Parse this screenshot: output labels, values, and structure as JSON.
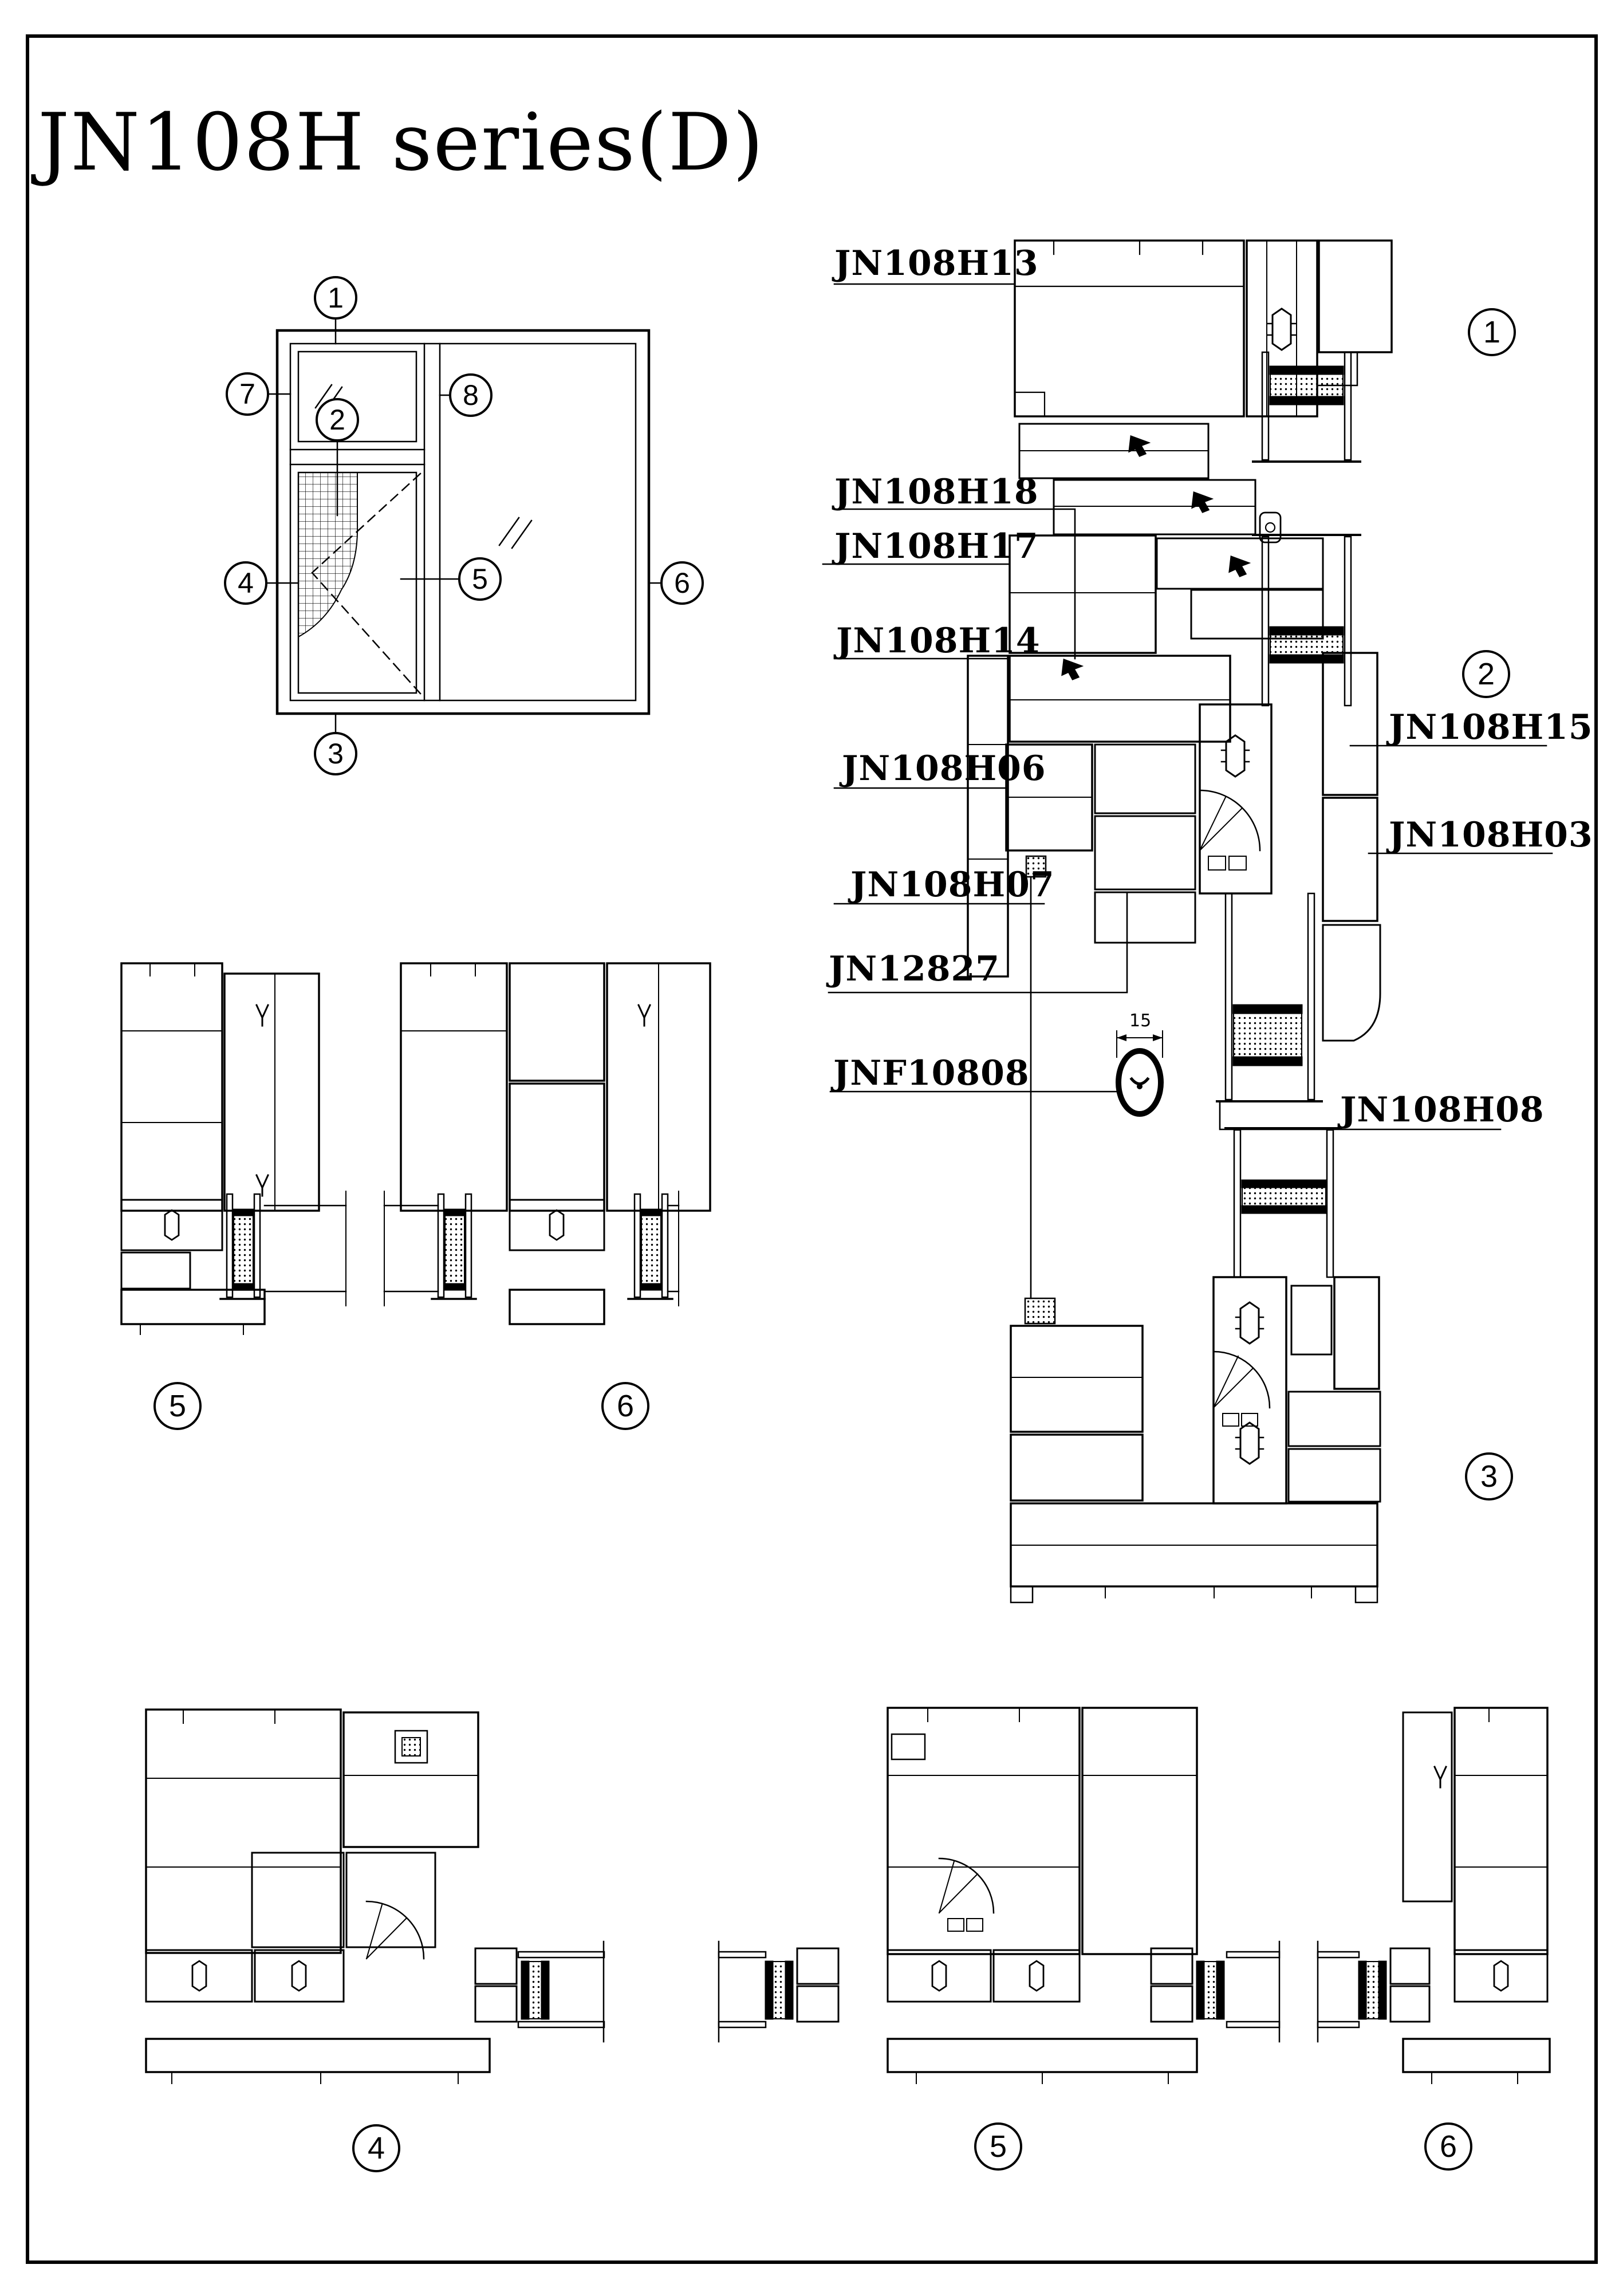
{
  "title": "JN108H series(D)",
  "parts": {
    "h13": "JN108H13",
    "h18": "JN108H18",
    "h17": "JN108H17",
    "h14": "JN108H14",
    "h06": "JN108H06",
    "h07": "JN108H07",
    "j12827": "JN12827",
    "jf10808": "JNF10808",
    "h15": "JN108H15",
    "h03": "JN108H03",
    "h08": "JN108H08"
  },
  "callouts": {
    "c1": "1",
    "c2": "2",
    "c3": "3",
    "c4": "4",
    "c5": "5",
    "c6": "6",
    "c7": "7",
    "c8": "8"
  },
  "sections": {
    "d1": "1",
    "d2": "2",
    "d3": "3",
    "m5": "5",
    "m6": "6",
    "b4": "4",
    "b5": "5",
    "b6": "6"
  },
  "dimension": {
    "handle_width": "15"
  },
  "colors": {
    "ink": "#000000",
    "paper": "#ffffff"
  }
}
